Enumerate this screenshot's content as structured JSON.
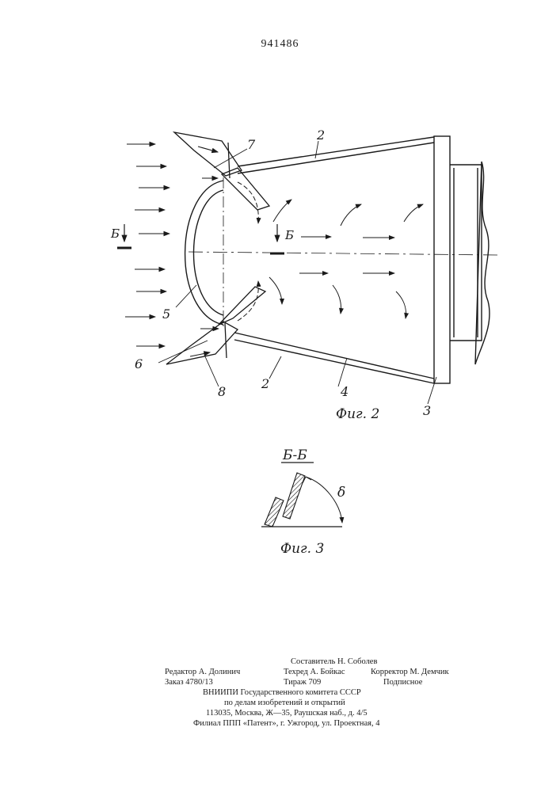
{
  "page": {
    "number": "941486"
  },
  "figure2": {
    "caption": "Фиг. 2",
    "section_letter_left": "Б",
    "section_letter_right": "Б",
    "labels": [
      "7",
      "2",
      "5",
      "6",
      "8",
      "2",
      "4",
      "3"
    ]
  },
  "figure3": {
    "title": "Б-Б",
    "angle_label": "δ",
    "caption": "Фиг. 3"
  },
  "colophon": {
    "editor": "Редактор А. Долинич",
    "compiler": "Составитель Н. Соболев",
    "tech_editor": "Техред А. Бойкас",
    "corrector": "Корректор М. Демчик",
    "order": "Заказ 4780/13",
    "circulation": "Тираж 709",
    "subscription": "Подписное",
    "org_line1": "ВНИИПИ Государственного комитета СССР",
    "org_line2": "по делам изобретений и открытий",
    "address": "113035, Москва, Ж—35, Раушская наб., д. 4/5",
    "branch": "Филиал ППП «Патент», г. Ужгород, ул. Проектная, 4"
  }
}
